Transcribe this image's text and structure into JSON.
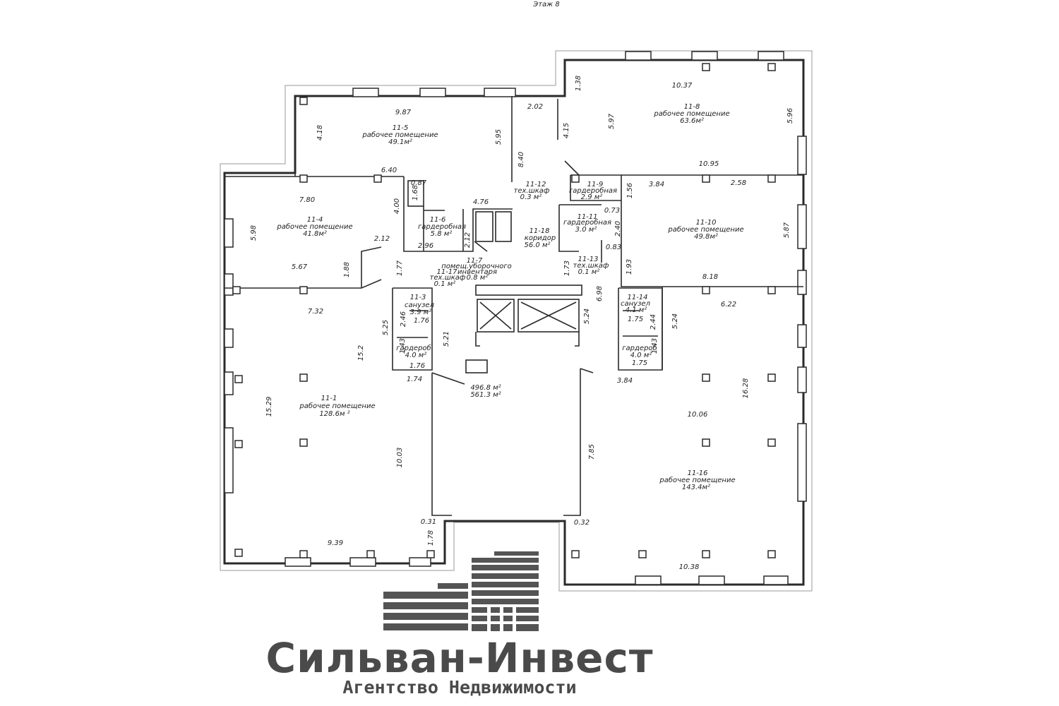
{
  "floor_title": "Этаж 8",
  "totals": {
    "area_1": "496.8 м²",
    "area_2": "561.3 м²"
  },
  "rooms": [
    {
      "id": "11-1",
      "name": "рабочее помещение",
      "area": "128.6м ²"
    },
    {
      "id": "11-3",
      "name": "санузел",
      "area": "3.9 м²"
    },
    {
      "id": "11-4",
      "name": "рабочее помещение",
      "area": "41.8м²"
    },
    {
      "id": "11-5",
      "name": "рабочее помещение",
      "area": "49.1м²"
    },
    {
      "id": "11-6",
      "name": "гардеробная",
      "area": "5.8 м²"
    },
    {
      "id": "11-7",
      "name": "помещ.уборочного",
      "name2": "инвентаря",
      "area": "0.8 м²"
    },
    {
      "id": "11-8",
      "name": "рабочее помещение",
      "area": "63.6м²"
    },
    {
      "id": "11-9",
      "name": "гардеробная",
      "area": "2.9 м²"
    },
    {
      "id": "11-10",
      "name": "рабочее помещение",
      "area": "49.8м²"
    },
    {
      "id": "11-11",
      "name": "гардеробная",
      "area": "3.0 м²"
    },
    {
      "id": "11-12",
      "name": "тех.шкаф",
      "area": "0.3 м²"
    },
    {
      "id": "11-13",
      "name": "тех.шкаф",
      "area": "0.1 м²"
    },
    {
      "id": "11-14",
      "name": "санузел",
      "area": "4.1 м²"
    },
    {
      "id": "11-16",
      "name": "рабочее помещение",
      "area": "143.4м²"
    },
    {
      "id": "11-17",
      "name": "тех.шкаф",
      "area": "0.1 м²"
    },
    {
      "id": "11-18",
      "name": "коридор",
      "area": "56.0 м²"
    }
  ],
  "wardrobes_unlabeled": [
    {
      "name": "гардероб",
      "area": "4.0 м²"
    },
    {
      "name": "гардероб",
      "area": "4.0 м²"
    }
  ],
  "dimensions": [
    "9.87",
    "4.18",
    "5.95",
    "2.02",
    "8.40",
    "1.38",
    "4.15",
    "5.97",
    "10.37",
    "5.96",
    "6.40",
    "0.87",
    "1.68",
    "4.00",
    "7.80",
    "5.98",
    "4.76",
    "2.96",
    "2.12",
    "2.12",
    "5.67",
    "1.88",
    "1.77",
    "10.95",
    "3.84",
    "2.58",
    "1.56",
    "0.73",
    "2.40",
    "0.83",
    "5.87",
    "1.73",
    "1.93",
    "8.18",
    "6.22",
    "6.98",
    "5.24",
    "5.24",
    "1.75",
    "2.44",
    "1.75",
    "7.32",
    "2.46",
    "1.76",
    "5.25",
    "5.21",
    "15.2",
    "1.76",
    "1.74",
    "3.84",
    "15.29",
    "10.03",
    "0.31",
    "1.78",
    "9.39",
    "16.28",
    "10.06",
    "7.85",
    "0.32",
    "10.38",
    "1.43",
    "1.43"
  ],
  "brand": {
    "name": "Сильван-Инвест",
    "subtitle": "Агентство Недвижимости",
    "color": "#4a4a4a"
  }
}
